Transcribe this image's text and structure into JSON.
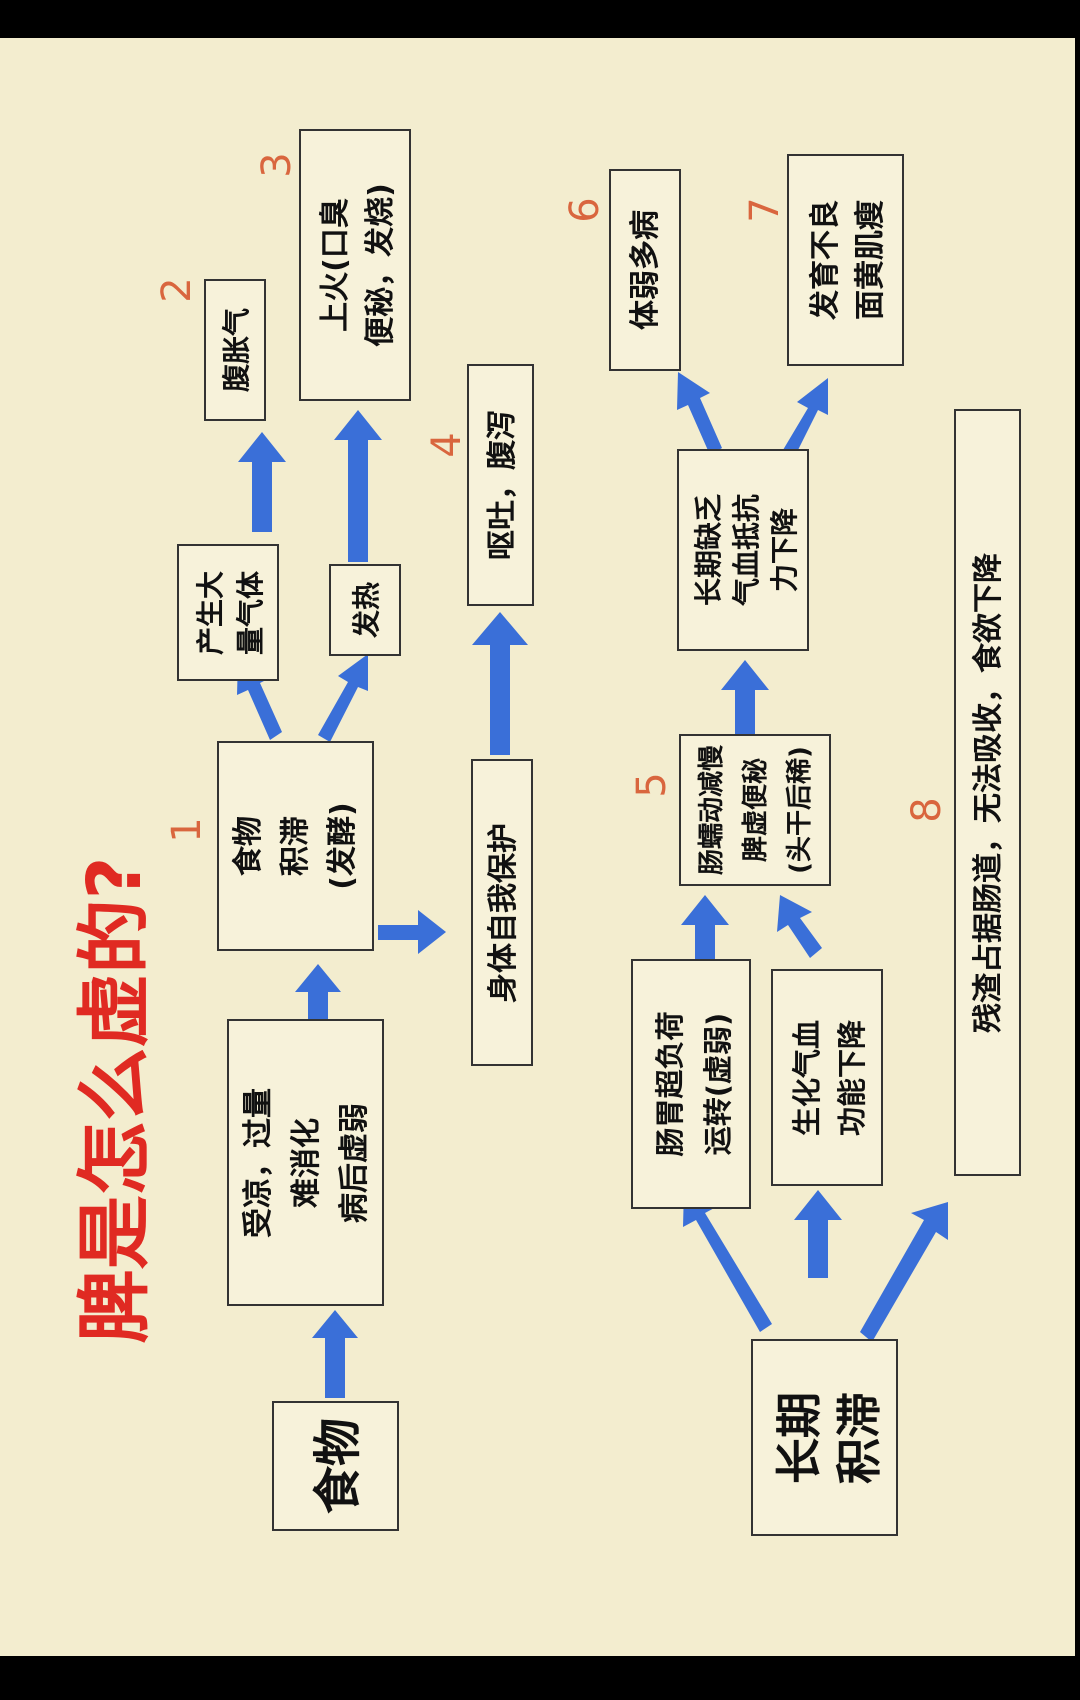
{
  "title": "脾是怎么虚的?",
  "colors": {
    "background": "#f3edcf",
    "title": "#e02a22",
    "arrow": "#3a6fd8",
    "number": "#d9663e",
    "box_border": "#333333",
    "text": "#111111"
  },
  "nodes": {
    "food": {
      "text": "食物"
    },
    "cold": {
      "lines": [
        "受凉，过量",
        "难消化",
        "病后虚弱"
      ]
    },
    "stagnation": {
      "number": "1",
      "lines": [
        "食物",
        "积滞",
        "(发酵)"
      ]
    },
    "gas": {
      "lines": [
        "产生大",
        "量气体"
      ]
    },
    "bloating": {
      "number": "2",
      "text": "腹胀气"
    },
    "heat": {
      "text": "发热"
    },
    "fire": {
      "number": "3",
      "lines": [
        "上火(口臭",
        "便秘，发烧)"
      ]
    },
    "selfprotect": {
      "text": "身体自我保护"
    },
    "vomit": {
      "number": "4",
      "text": "呕吐，腹泻"
    },
    "longterm": {
      "lines": [
        "长期",
        "积滞"
      ]
    },
    "overload": {
      "lines": [
        "肠胃超负荷",
        "运转(虚弱)"
      ]
    },
    "qiblood": {
      "lines": [
        "生化气血",
        "功能下降"
      ]
    },
    "peristalsis": {
      "number": "5",
      "lines": [
        "肠蠕动减慢",
        "脾虚便秘",
        "(头干后稀)"
      ]
    },
    "deficiency": {
      "lines": [
        "长期缺乏",
        "气血抵抗",
        "力下降"
      ]
    },
    "weak": {
      "number": "6",
      "text": "体弱多病"
    },
    "growth": {
      "number": "7",
      "lines": [
        "发育不良",
        "面黄肌瘦"
      ]
    },
    "residue": {
      "number": "8",
      "text": "残渣占据肠道，无法吸收，食欲下降"
    }
  }
}
